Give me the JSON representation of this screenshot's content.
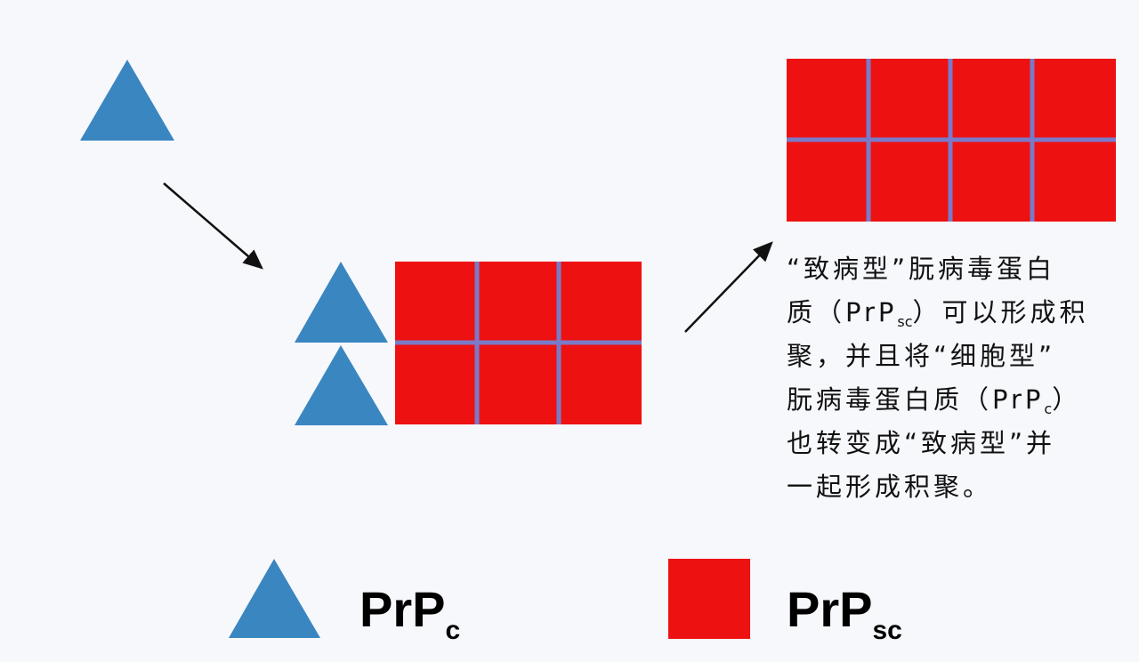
{
  "colors": {
    "prpc": "#3a86c0",
    "prpsc": "#ee1111",
    "grid_line": "#7a7ac8",
    "arrow": "#111111"
  },
  "description": {
    "lines": [
      {
        "pre": "“致病型”朊病毒蛋白",
        "sub": "",
        "post": ""
      },
      {
        "pre": "质（PrP",
        "sub": "sc",
        "post": "）可以形成积"
      },
      {
        "pre": "聚，并且将“细胞型”",
        "sub": "",
        "post": ""
      },
      {
        "pre": "朊病毒蛋白质（PrP",
        "sub": "c",
        "post": "）"
      },
      {
        "pre": "也转变成“致病型”并",
        "sub": "",
        "post": ""
      },
      {
        "pre": "一起形成积聚。",
        "sub": "",
        "post": ""
      }
    ]
  },
  "legend": {
    "prpc": {
      "base": "PrP",
      "sub": "c"
    },
    "prpsc": {
      "base": "PrP",
      "sub": "sc"
    }
  }
}
